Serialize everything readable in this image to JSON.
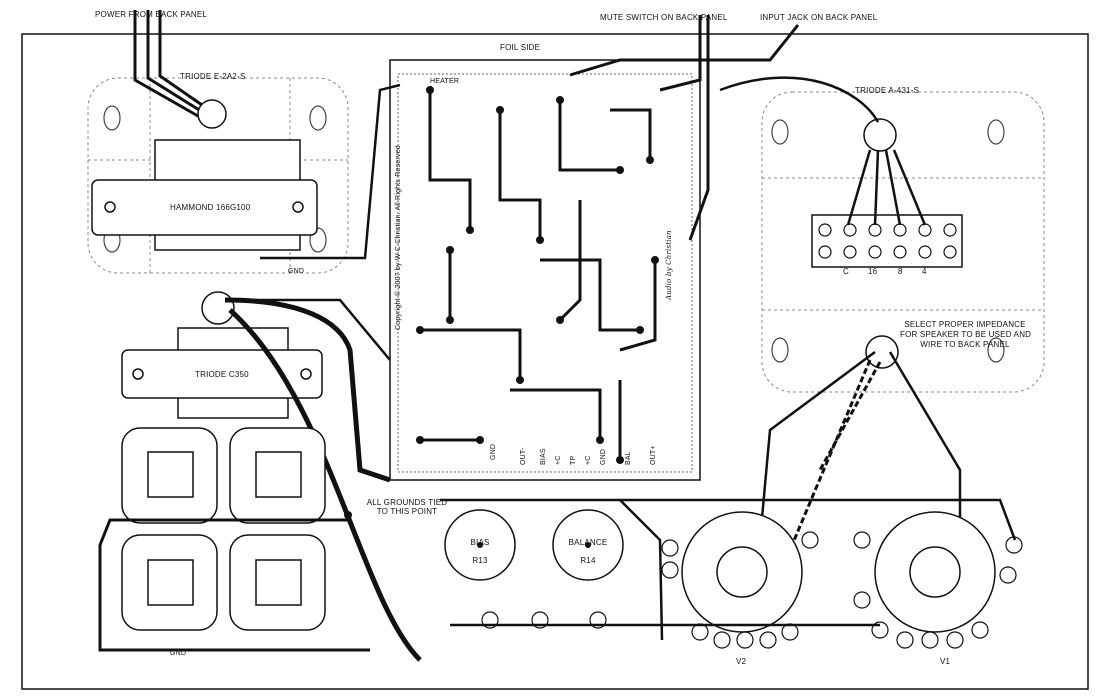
{
  "top_labels": {
    "power": "POWER FROM BACK PANEL",
    "mute": "MUTE SWITCH ON BACK PANEL",
    "input": "INPUT JACK ON BACK PANEL"
  },
  "foil_side": "FOIL SIDE",
  "components": {
    "power_transformer_mount": "TRIODE E-2A2-S",
    "power_transformer": "HAMMOND 166G100",
    "choke": "TRIODE C350",
    "output_transformer": "TRIODE A-431-S",
    "bias_pot": "BIAS",
    "bias_ref": "R13",
    "balance_pot": "BALANCE",
    "balance_ref": "R14",
    "tube_v1": "V1",
    "tube_v2": "V2"
  },
  "terminal_labels": [
    "C",
    "16",
    "8",
    "4"
  ],
  "notes": {
    "impedance": [
      "SELECT PROPER IMPEDANCE",
      "FOR SPEAKER TO BE USED AND",
      "WIRE TO BACK PANEL"
    ],
    "grounds": [
      "ALL GROUNDS TIED",
      "TO THIS POINT"
    ],
    "ground_label": "GND",
    "heater_label": "HEATER"
  },
  "board": {
    "copyright": "Copyright © 2007 by W C Christian. All Rights Reserved",
    "signature": "Audio by Christian",
    "pads_bottom": [
      "GND",
      "OUT-",
      "BIAS",
      "+C",
      "TP",
      "+C",
      "GND",
      "BAL",
      "OUT+"
    ]
  }
}
